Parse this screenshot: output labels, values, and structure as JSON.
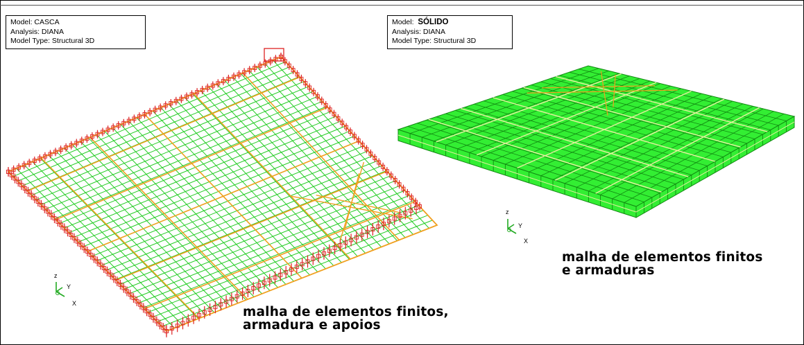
{
  "left_model": {
    "model_line": "Model: CASCA",
    "analysis_line": "Analysis: DIANA",
    "type_line": "Model Type: Structural 3D",
    "caption_line1": "malha de elementos finitos,",
    "caption_line2": "armadura e apoios",
    "axes": {
      "z": "z",
      "y": "Y",
      "x": "X"
    }
  },
  "right_model": {
    "model_prefix": "Model:",
    "model_name": "SÓLIDO",
    "analysis_line": "Analysis: DIANA",
    "type_line": "Model Type: Structural 3D",
    "caption_line1": "malha de elementos finitos",
    "caption_line2": "e armaduras",
    "axes": {
      "z": "z",
      "y": "Y",
      "x": "X"
    }
  },
  "colors": {
    "mesh_green": "#22cc22",
    "rebar_orange": "#f0a020",
    "support_red": "#dd2222",
    "solid_fill": "#33ee33",
    "solid_edge": "#118811",
    "solid_grid": "#e6f0a0"
  }
}
